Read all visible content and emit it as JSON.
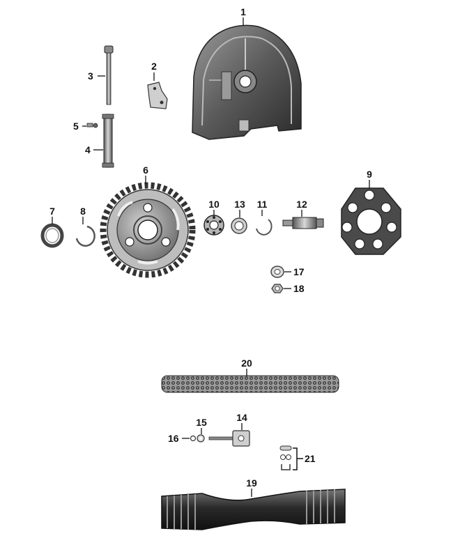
{
  "colors": {
    "ink": "#111111",
    "part_dark": "#3a3a3a",
    "part_mid": "#8a8a8a",
    "part_light": "#cfcfcf",
    "background": "#ffffff"
  },
  "parts": [
    {
      "id": "1",
      "label": "1"
    },
    {
      "id": "2",
      "label": "2"
    },
    {
      "id": "3",
      "label": "3"
    },
    {
      "id": "4",
      "label": "4"
    },
    {
      "id": "5",
      "label": "5"
    },
    {
      "id": "6",
      "label": "6"
    },
    {
      "id": "7",
      "label": "7"
    },
    {
      "id": "8",
      "label": "8"
    },
    {
      "id": "9",
      "label": "9"
    },
    {
      "id": "10",
      "label": "10"
    },
    {
      "id": "11",
      "label": "11"
    },
    {
      "id": "12",
      "label": "12"
    },
    {
      "id": "13",
      "label": "13"
    },
    {
      "id": "14",
      "label": "14"
    },
    {
      "id": "15",
      "label": "15"
    },
    {
      "id": "16",
      "label": "16"
    },
    {
      "id": "17",
      "label": "17"
    },
    {
      "id": "18",
      "label": "18"
    },
    {
      "id": "19",
      "label": "19"
    },
    {
      "id": "20",
      "label": "20"
    },
    {
      "id": "21",
      "label": "21"
    }
  ]
}
